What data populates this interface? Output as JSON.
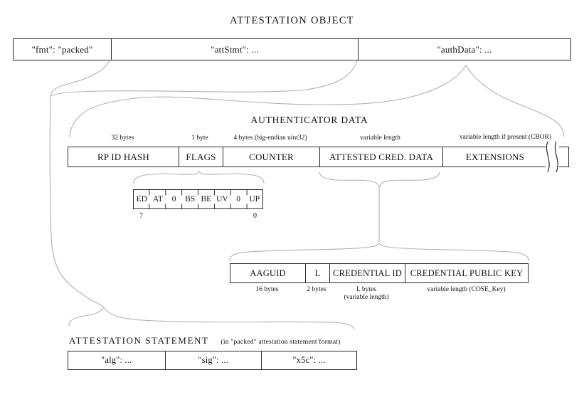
{
  "title": "ATTESTATION OBJECT",
  "object_row": {
    "cells": [
      {
        "label": "\"fmt\": \"packed\""
      },
      {
        "label": "\"attStmt\": ..."
      },
      {
        "label": "\"authData\": ..."
      }
    ]
  },
  "authenticator_data": {
    "heading": "AUTHENTICATOR DATA",
    "fields": [
      {
        "label": "RP ID HASH",
        "size": "32 bytes"
      },
      {
        "label": "FLAGS",
        "size": "1 byte"
      },
      {
        "label": "COUNTER",
        "size": "4 bytes (big-endian uint32)"
      },
      {
        "label": "ATTESTED CRED. DATA",
        "size": "variable length"
      },
      {
        "label": "EXTENSIONS",
        "size": "variable length if present (CBOR)"
      }
    ]
  },
  "flags": {
    "bits": [
      "ED",
      "AT",
      "0",
      "BS",
      "BE",
      "UV",
      "0",
      "UP"
    ],
    "msb": "7",
    "lsb": "0"
  },
  "attested_cred_data": {
    "fields": [
      {
        "label": "AAGUID",
        "size": "16 bytes"
      },
      {
        "label": "L",
        "size": "2 bytes"
      },
      {
        "label": "CREDENTIAL ID",
        "size": "L bytes",
        "size2": "(variable length)"
      },
      {
        "label": "CREDENTIAL PUBLIC KEY",
        "size": "variable length (COSE_Key)"
      }
    ]
  },
  "attestation_statement": {
    "heading": "ATTESTATION STATEMENT",
    "note": "(in \"packed\" attestation statement format)",
    "cells": [
      {
        "label": "\"alg\": ..."
      },
      {
        "label": "\"sig\": ..."
      },
      {
        "label": "\"x5c\": ..."
      }
    ]
  },
  "colors": {
    "background": "#ffffff",
    "box_border": "#2b2b2b",
    "connector_line": "#b0b0b0",
    "text": "#141414"
  }
}
